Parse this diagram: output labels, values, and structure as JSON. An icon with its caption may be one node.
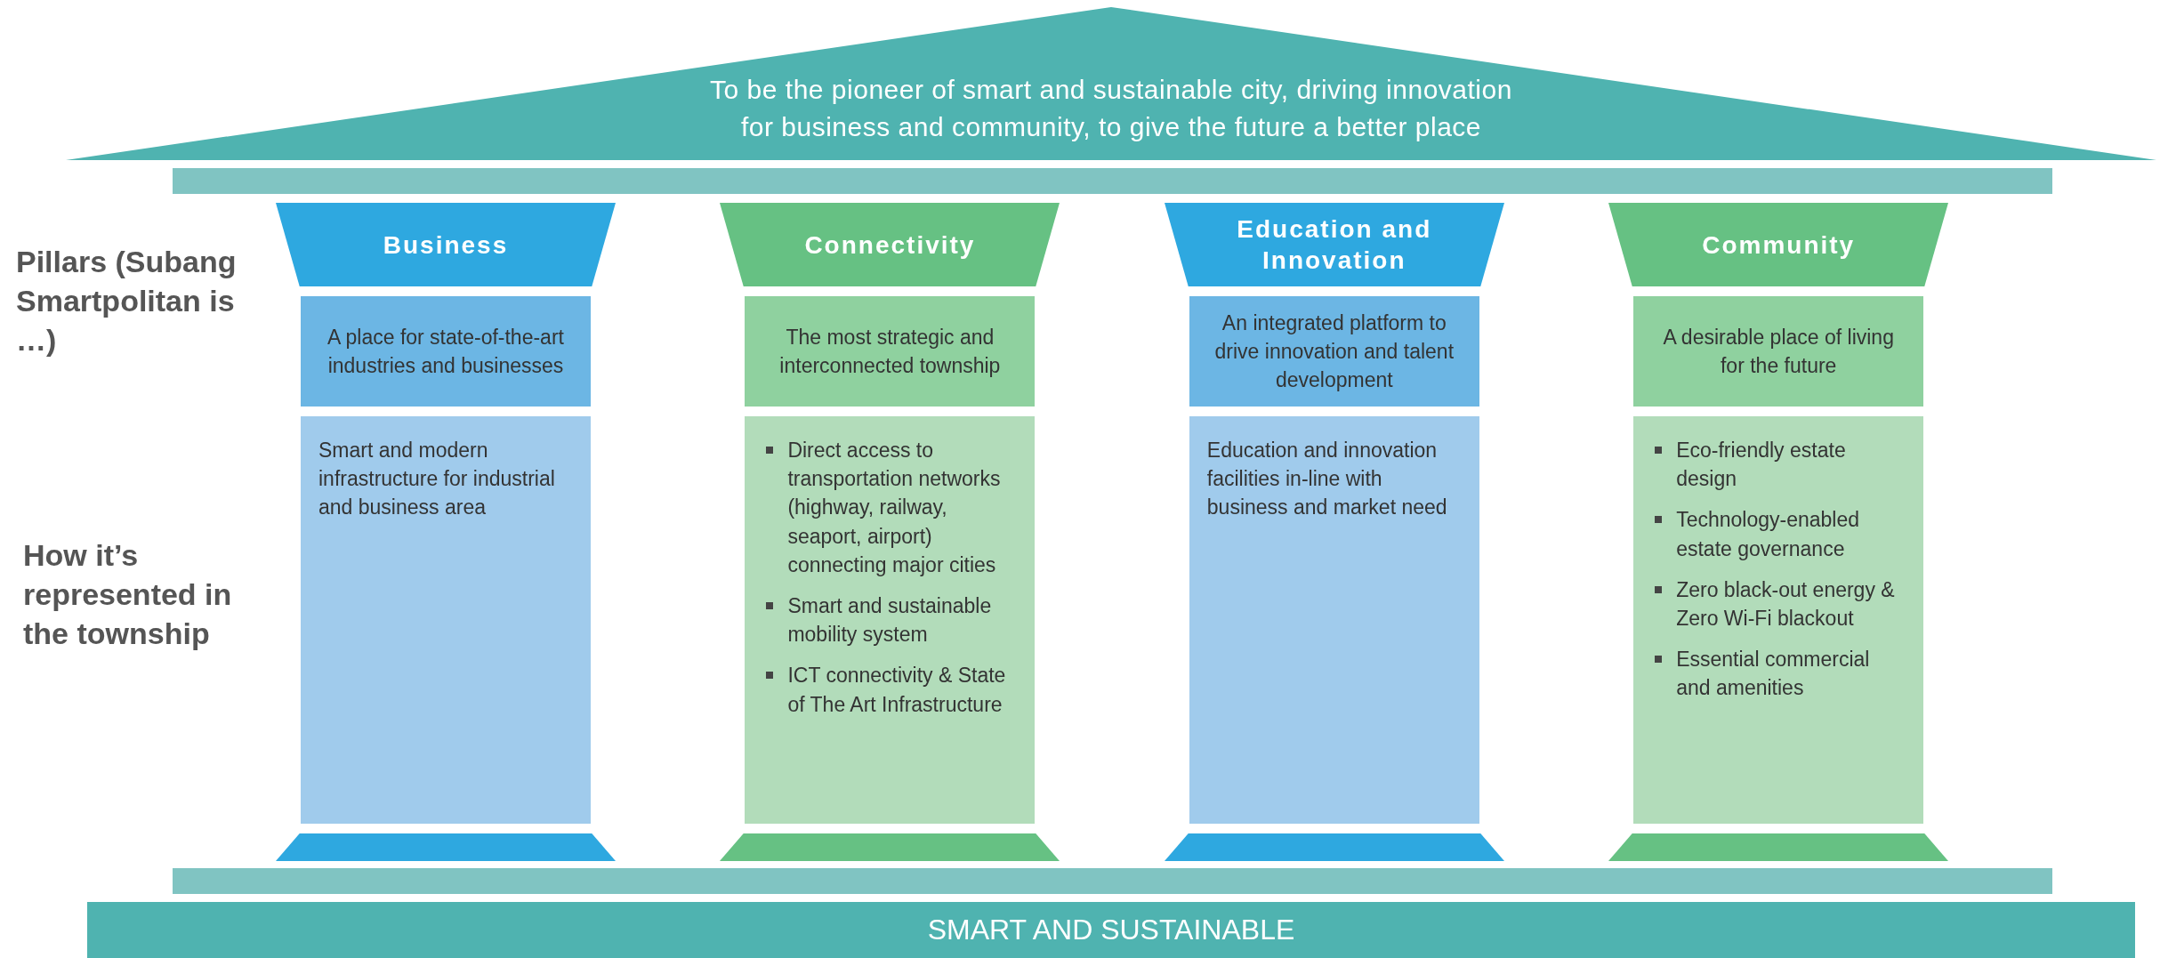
{
  "diagram": {
    "nodes": [
      {
        "text": [
          "To be the pioneer of smart and sustainable city, driving innovation for business and community, to give the future a better place"
        ]
      },
      {
        "text": [],
        "shape": "bar"
      },
      {
        "text": [
          "Business"
        ]
      },
      {
        "text": [
          "A place for state-of-the-art industries and businesses"
        ]
      },
      {
        "text": [
          "Smart and modern infrastructure for industrial and business area"
        ]
      },
      {
        "text": [
          "Connectivity"
        ]
      },
      {
        "text": [
          "The most strategic and interconnected township"
        ]
      },
      {
        "text": [
          "Direct access to transportation networks (highway, railway, seaport, airport) connecting major cities",
          "Smart and sustainable mobility system",
          "ICT connectivity & State of The Art Infrastructure"
        ]
      },
      {
        "text": [
          "Education and Innovation"
        ]
      },
      {
        "text": [
          "An integrated platform to drive innovation and talent development"
        ]
      },
      {
        "text": [
          "Education and innovation facilities in-line with business and market need"
        ]
      },
      {
        "text": [
          "Community"
        ]
      },
      {
        "text": [
          "A desirable place of living for the future"
        ]
      },
      {
        "text": [
          "Eco-friendly estate design",
          "Technology-enabled estate governance",
          "Zero black-out energy & Zero Wi-Fi blackout",
          "Essential commercial and amenities"
        ]
      },
      {
        "text": [],
        "shape": "bar"
      },
      {
        "text": [],
        "shape": "bar"
      },
      {
        "text": [],
        "shape": "bar"
      },
      {
        "text": [],
        "shape": "bar"
      },
      {
        "text": [],
        "shape": "bar"
      },
      {
        "text": [
          "SMART AND SUSTAINABLE"
        ]
      }
    ],
    "labels": [
      "Pillars (Subang Smartpolitan is …)",
      "How it’s represented in the township"
    ]
  }
}
